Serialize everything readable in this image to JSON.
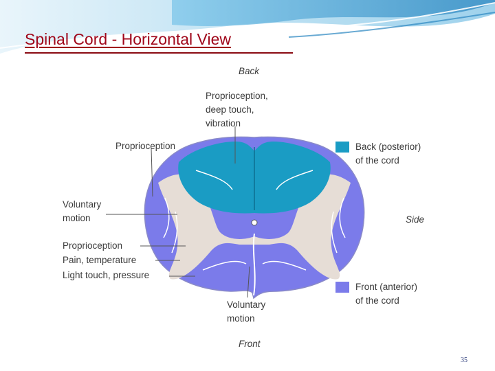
{
  "slide": {
    "title": "Spinal Cord - Horizontal View",
    "page_number": "35"
  },
  "diagram": {
    "orientation": {
      "back": "Back",
      "front": "Front",
      "side": "Side"
    },
    "labels": {
      "proprio_deep_touch_vibration": [
        "Proprioception,",
        "deep touch,",
        "vibration"
      ],
      "proprioception_top": "Proprioception",
      "voluntary_motion_left": [
        "Voluntary",
        "motion"
      ],
      "proprioception_lower": "Proprioception",
      "pain_temperature": "Pain, temperature",
      "light_touch_pressure": "Light touch, pressure",
      "voluntary_motion_bottom": [
        "Voluntary",
        "motion"
      ]
    },
    "legend": {
      "back": {
        "label": [
          "Back (posterior)",
          "of the cord"
        ],
        "color": "#1a9cc4"
      },
      "front": {
        "label": [
          "Front (anterior)",
          "of the cord"
        ],
        "color": "#7b7bea"
      }
    },
    "colors": {
      "posterior": "#1a9cc4",
      "anterior": "#7b7bea",
      "gray_matter": "#e6ddd6",
      "tract_lines": "#ffffff",
      "leader_lines": "#555555",
      "outline": "#8a8ac8"
    }
  },
  "theme": {
    "banner_light": "#cfe8f6",
    "banner_mid": "#5fb7e0",
    "banner_dark": "#1b6fa8",
    "title_color": "#a0061a"
  }
}
